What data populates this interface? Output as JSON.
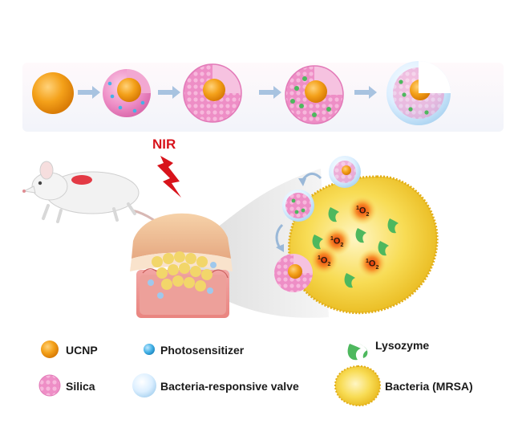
{
  "nir": "NIR",
  "singlet_oxygen": {
    "superscript": "1",
    "base": "O",
    "subscript": "2"
  },
  "legend": {
    "ucnp": "UCNP",
    "photosensitizer": "Photosensitizer",
    "lysozyme": "Lysozyme",
    "silica": "Silica",
    "valve": "Bacteria-responsive valve",
    "bacteria": "Bacteria (MRSA)"
  },
  "colors": {
    "ucnp": "#f4a11a",
    "silica": "#ee8ec6",
    "photosensitizer": "#45b2e6",
    "lysozyme": "#4eb85e",
    "valve": "#cfe8fa",
    "bacteria": "#f5cf3a",
    "nir": "#d8131b",
    "arrow": "#a8c3e0"
  }
}
